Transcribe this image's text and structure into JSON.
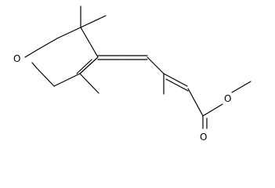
{
  "molecule": {
    "atoms": {
      "ring_oxygen": "O",
      "ester_carbonyl_oxygen": "O",
      "ester_ether_oxygen": "O"
    }
  },
  "colors": {
    "bond": "#000000",
    "label": "#000000",
    "background": "#ffffff"
  }
}
